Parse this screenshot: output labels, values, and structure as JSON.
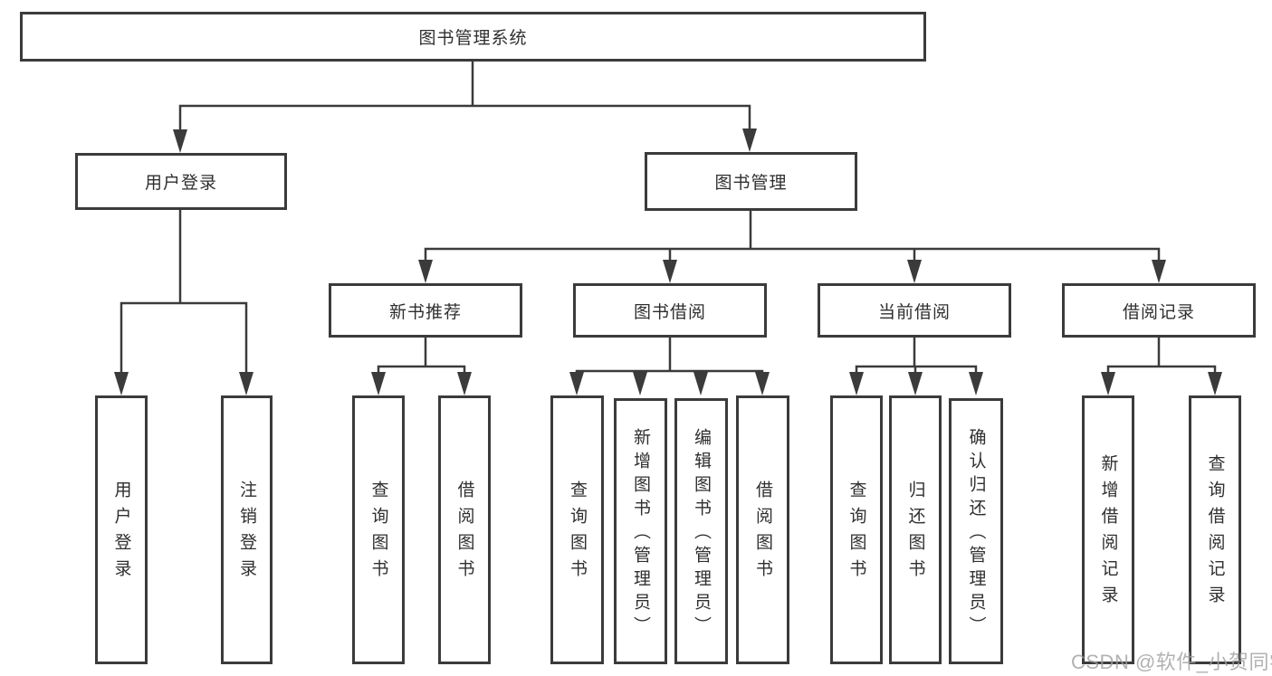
{
  "diagram_title": "图书管理系统",
  "tree": {
    "root": {
      "label": "图书管理系统"
    },
    "branches": [
      {
        "label": "用户登录",
        "children": [
          {
            "label": "用户登录"
          },
          {
            "label": "注销登录"
          }
        ]
      },
      {
        "label": "图书管理",
        "children": [
          {
            "label": "新书推荐",
            "children": [
              {
                "label": "查询图书"
              },
              {
                "label": "借阅图书"
              }
            ]
          },
          {
            "label": "图书借阅",
            "children": [
              {
                "label": "查询图书"
              },
              {
                "label": "新增图书（管理员）"
              },
              {
                "label": "编辑图书（管理员）"
              },
              {
                "label": "借阅图书"
              }
            ]
          },
          {
            "label": "当前借阅",
            "children": [
              {
                "label": "查询图书"
              },
              {
                "label": "归还图书"
              },
              {
                "label": "确认归还（管理员）"
              }
            ]
          },
          {
            "label": "借阅记录",
            "children": [
              {
                "label": "新增借阅记录"
              },
              {
                "label": "查询借阅记录"
              }
            ]
          }
        ]
      }
    ]
  },
  "watermark": {
    "text": "CSDN @软件_小贺同学"
  },
  "colors": {
    "line": "#3b3b3b",
    "box_border": "#3b3b3b",
    "text": "#2f2f2f",
    "watermark": "#9e9e9e",
    "background": "#ffffff"
  }
}
